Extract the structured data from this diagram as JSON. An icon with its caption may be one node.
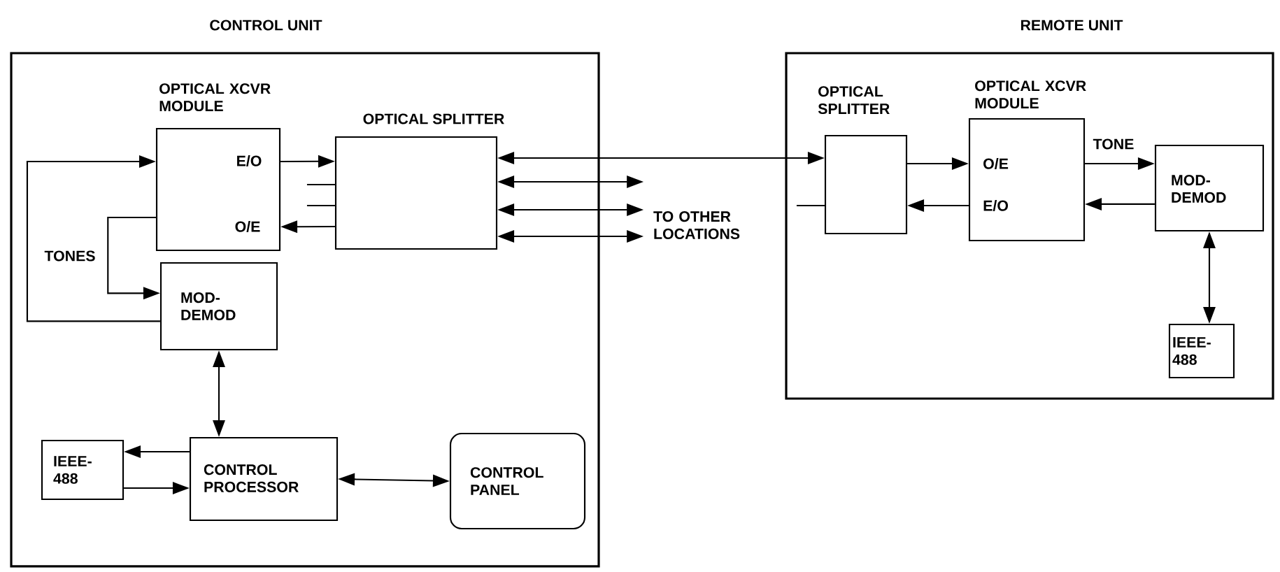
{
  "diagram": {
    "nodes": [
      {
        "text": [
          "CONTROL UNIT"
        ]
      },
      {
        "text": [
          "OPTICAL XCVR MODULE",
          "E/O",
          "O/E"
        ],
        "in": 0
      },
      {
        "text": [
          "OPTICAL SPLITTER"
        ],
        "in": 0
      },
      {
        "text": [
          "MOD- DEMOD"
        ],
        "in": 0
      },
      {
        "text": [
          "IEEE- 488"
        ],
        "in": 0
      },
      {
        "text": [
          "CONTROL PROCESSOR"
        ],
        "in": 0
      },
      {
        "text": [
          "CONTROL PANEL"
        ],
        "in": 0
      },
      {
        "text": [
          "REMOTE UNIT"
        ]
      },
      {
        "text": [
          "OPTICAL SPLITTER"
        ],
        "in": 7
      },
      {
        "text": [
          "OPTICAL XCVR MODULE",
          "O/E",
          "E/O"
        ],
        "in": 7
      },
      {
        "text": [
          "MOD- DEMOD"
        ],
        "in": 7
      },
      {
        "text": [
          "IEEE- 488"
        ],
        "in": 7
      },
      {
        "text": [
          "TO OTHER LOCATIONS"
        ]
      }
    ],
    "edges": [
      {
        "from": 3,
        "to": 1,
        "arrow": "to"
      },
      {
        "from": 1,
        "to": 3,
        "arrow": "to",
        "label": "TONES"
      },
      {
        "from": 1,
        "to": 2,
        "arrow": "to"
      },
      {
        "from": 2,
        "to": 1,
        "arrow": "to"
      },
      {
        "from": 2,
        "to": null,
        "arrow": "none"
      },
      {
        "from": 2,
        "to": null,
        "arrow": "none"
      },
      {
        "from": 2,
        "to": 8,
        "arrow": "both"
      },
      {
        "from": 2,
        "to": 12,
        "arrow": "both"
      },
      {
        "from": 2,
        "to": 12,
        "arrow": "both"
      },
      {
        "from": 2,
        "to": 12,
        "arrow": "both"
      },
      {
        "from": 3,
        "to": 5,
        "arrow": "both"
      },
      {
        "from": 5,
        "to": 4,
        "arrow": "to"
      },
      {
        "from": 4,
        "to": 5,
        "arrow": "to"
      },
      {
        "from": 5,
        "to": 6,
        "arrow": "both"
      },
      {
        "from": 8,
        "to": 9,
        "arrow": "to"
      },
      {
        "from": 9,
        "to": 8,
        "arrow": "to"
      },
      {
        "from": 8,
        "to": null,
        "arrow": "none"
      },
      {
        "from": 9,
        "to": 10,
        "arrow": "to",
        "label": "TONE"
      },
      {
        "from": 10,
        "to": 9,
        "arrow": "to"
      },
      {
        "from": 10,
        "to": 11,
        "arrow": "both"
      }
    ]
  }
}
